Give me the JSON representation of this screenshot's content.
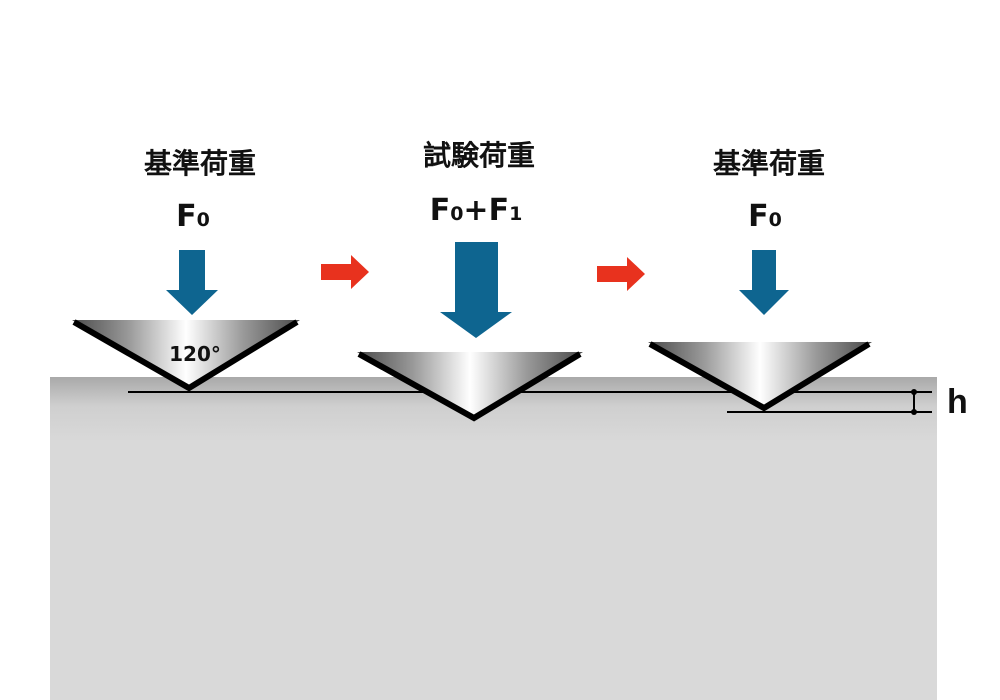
{
  "stages": [
    {
      "title": "基準荷重",
      "force_main": "F",
      "force_sub": "0"
    },
    {
      "title": "試験荷重",
      "force_main": "F",
      "force_sub": "0",
      "plus": "+",
      "force2_main": "F",
      "force2_sub": "1"
    },
    {
      "title": "基準荷重",
      "force_main": "F",
      "force_sub": "0"
    }
  ],
  "indenter_angle": "120°",
  "depth_label": "h",
  "colors": {
    "load_arrow": "#0e6590",
    "step_arrow": "#e8321e",
    "specimen": "#d8d8d8",
    "outline": "#000000"
  }
}
